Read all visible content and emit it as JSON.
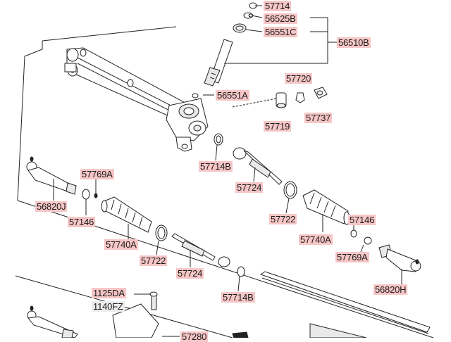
{
  "labels": {
    "p57714_top": "57714",
    "p56525B": "56525B",
    "p56551C": "56551C",
    "p56510B": "56510B",
    "p56551A": "56551A",
    "p57720": "57720",
    "p57719": "57719",
    "p57737": "57737",
    "p57714B_mid": "57714B",
    "p57769A_left": "57769A",
    "p56820J": "56820J",
    "p57146_left": "57146",
    "p57724_mid": "57724",
    "p57722_right": "57722",
    "p57146_right": "57146",
    "p57740A_left": "57740A",
    "p57740A_right": "57740A",
    "p57722_left": "57722",
    "p57724_low": "57724",
    "p57769A_right": "57769A",
    "p56820H": "56820H",
    "p57714B_low": "57714B",
    "p1125DA": "1125DA",
    "p1140FZ": "1140FZ",
    "p57280": "57280"
  },
  "colors": {
    "label_highlight": "#f6c6c6",
    "label_plain": "#ececec",
    "line": "#222222"
  }
}
